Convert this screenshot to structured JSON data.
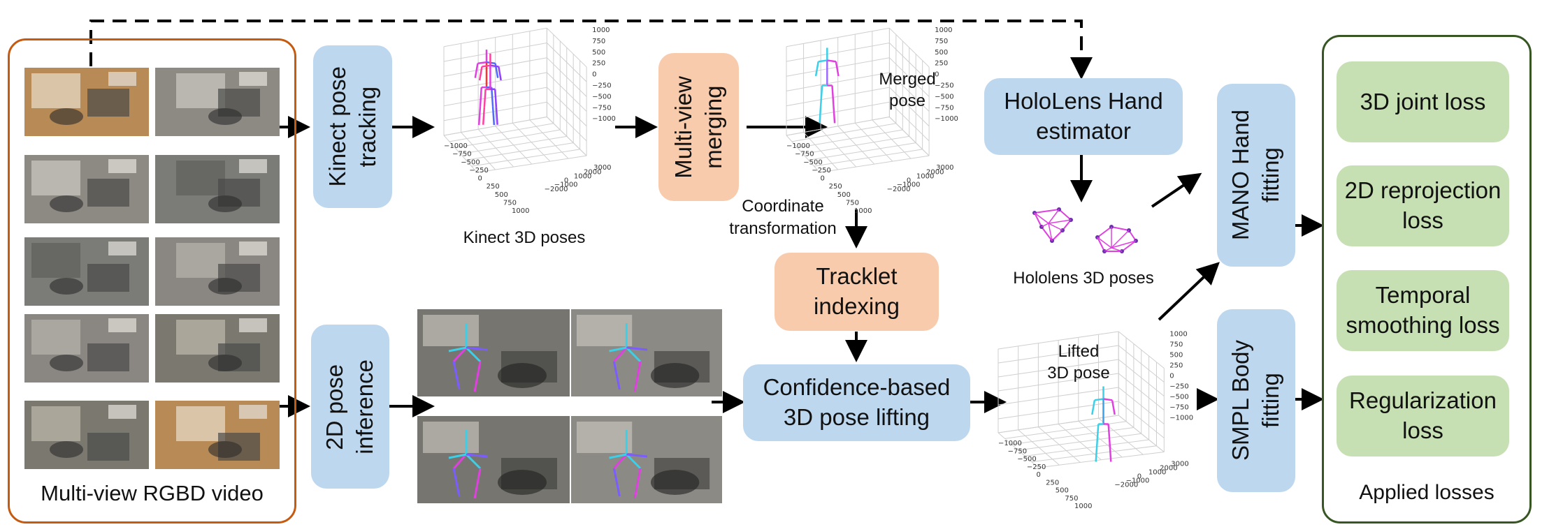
{
  "input": {
    "caption": "Multi-view RGBD video"
  },
  "stages": {
    "kinect_tracking": "Kinect pose\ntracking",
    "pose_inference_2d": "2D pose\ninference",
    "multiview_merging": "Multi-view\nmerging",
    "tracklet_indexing": "Tracklet\nindexing",
    "pose_lifting": "Confidence-based\n3D pose lifting",
    "hololens_estimator": "HoloLens Hand\nestimator",
    "mano_fitting": "MANO Hand\nfitting",
    "smpl_fitting": "SMPL Body\nfitting"
  },
  "annotations": {
    "kinect_3d_poses": "Kinect 3D poses",
    "merged_pose": "Merged\npose",
    "coordinate_transformation": "Coordinate\ntransformation",
    "hololens_3d_poses": "Hololens 3D poses",
    "lifted_pose": "Lifted\n3D pose"
  },
  "losses": {
    "title": "Applied losses",
    "items": [
      "3D joint loss",
      "2D reprojection\nloss",
      "Temporal\nsmoothing loss",
      "Regularization\nloss"
    ]
  },
  "plot_ticks": {
    "z": [
      "1000",
      "750",
      "500",
      "250",
      "0",
      "−250",
      "−500",
      "−750",
      "−1000"
    ],
    "x": [
      "−1000",
      "−750",
      "−500",
      "−250",
      "0",
      "250",
      "500",
      "750",
      "1000"
    ],
    "y": [
      "3000",
      "2000",
      "1000",
      "0",
      "−1000",
      "−2000"
    ]
  },
  "colors": {
    "blue_box": "#bdd7ee",
    "orange_box": "#f8cbad",
    "green_box": "#c6e0b4",
    "input_frame": "#c55a11",
    "loss_frame": "#375623",
    "skeleton_magenta": "#e040e0",
    "skeleton_cyan": "#3ccfe8"
  }
}
